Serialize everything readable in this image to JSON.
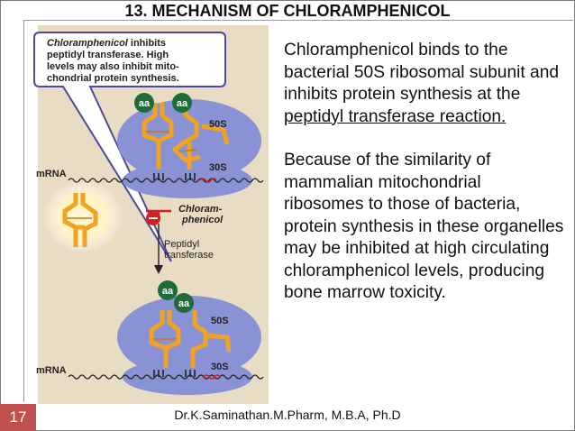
{
  "slide": {
    "title": "13. MECHANISM OF CHLORAMPHENICOL",
    "paragraph1_pre": "Chloramphenicol binds to the bacterial 50S ribosomal subunit and inhibits protein synthesis at the ",
    "paragraph1_link": "peptidyl transferase reaction.",
    "paragraph2": "Because of the similarity of mammalian mitochondrial ribosomes to those of bacteria, protein synthesis in these organelles may be inhibited at high circulating chloramphenicol levels, producing bone marrow toxicity.",
    "slide_number": "17",
    "footer": "Dr.K.Saminathan.M.Pharm, M.B.A, Ph.D"
  },
  "figure": {
    "callout_italic": "Chloramphenicol",
    "callout_line1_rest": " inhibits",
    "callout_line2": "peptidyl transferase. High",
    "callout_line3": "levels may also inhibit mito-",
    "callout_line4": "chondrial protein synthesis.",
    "aa": "aa",
    "large_subunit": "50S",
    "small_subunit": "30S",
    "mrna": "mRNA",
    "drug_line1": "Chloram-",
    "drug_line2": "phenicol",
    "enzyme_line1": "Peptidyl",
    "enzyme_line2": "transferase",
    "colors": {
      "panel": "#e8dcc4",
      "ribosome": "#8a92d6",
      "trna": "#f0a320",
      "aa_bubble": "#1f6b3a",
      "inhibit": "#d42020",
      "callout_border": "#4b4b9a"
    }
  }
}
